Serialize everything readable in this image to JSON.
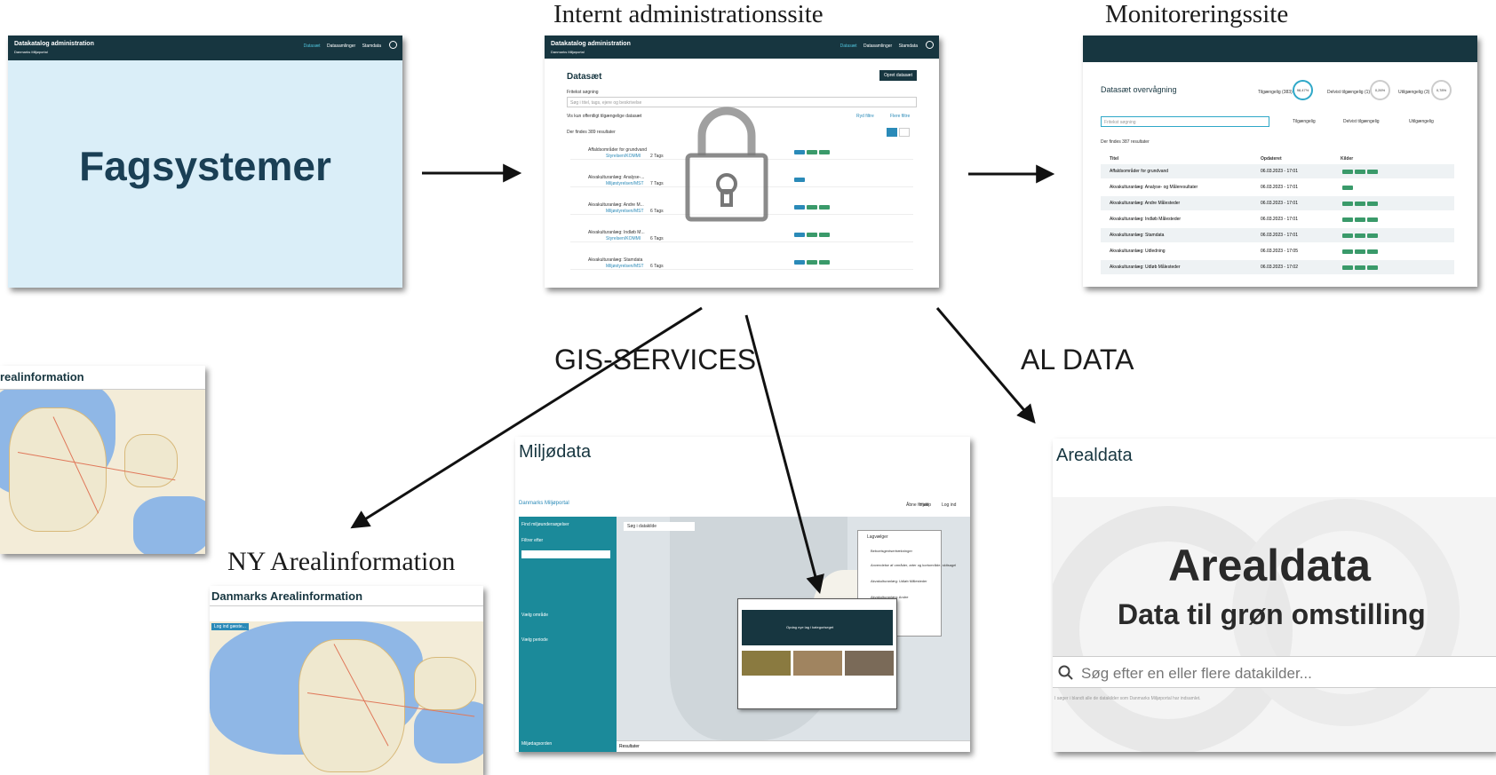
{
  "labels": {
    "intern": "Internt administrationssite",
    "monitor": "Monitoreringssite",
    "gis": "GIS-SERVICES",
    "al": "AL DATA",
    "ny_areal": "NY Arealinformation"
  },
  "fagsystem": {
    "nav_title": "Datakatalog administration",
    "nav_sub": "Danmarks Miljøportal",
    "links": [
      "Datasæt",
      "Datasamlinger",
      "Stamdata"
    ],
    "heading": "Fagsystemer"
  },
  "admin": {
    "nav_title": "Datakatalog administration",
    "nav_sub": "Danmarks Miljøportal",
    "links": [
      "Datasæt",
      "Datasamlinger",
      "Stamdata"
    ],
    "page_title": "Datasæt",
    "create_button": "Opret datasæt",
    "search_label": "Fritekst søgning",
    "search_placeholder": "Søg i titel, tags, ejere og beskrivelse",
    "checkbox_label": "Vis kun offentligt tilgængelige datasæt",
    "clear_filters": "Ryd filtre",
    "more_filters": "Flere filtre",
    "results": "Der findes 389 resultater",
    "items": [
      {
        "title": "Affaldsområder for grundvand",
        "owner": "Styrelsen/KOMMI",
        "tags": "2 Tags"
      },
      {
        "title": "Akvakulturanlæg: Analyse-...",
        "owner": "Miljøstyrelsen/MST",
        "tags": "7 Tags"
      },
      {
        "title": "Akvakulturanlæg: Andre M...",
        "owner": "Miljøstyrelsen/MST",
        "tags": "6 Tags"
      },
      {
        "title": "Akvakulturanlæg: Indløb M...",
        "owner": "Styrelsen/KOMMI",
        "tags": "6 Tags"
      },
      {
        "title": "Akvakulturanlæg: Stamdata",
        "owner": "Miljøstyrelsen/MST",
        "tags": "6 Tags"
      }
    ]
  },
  "monitor": {
    "title": "Datasæt overvågning",
    "stats": [
      {
        "label": "Tilgængelig (383)",
        "value": "98,47%"
      },
      {
        "label": "Delvist tilgængelig (1)",
        "value": "0,26%"
      },
      {
        "label": "Utilgængelig (3)",
        "value": "0,78%"
      }
    ],
    "search_placeholder": "Fritekst søgning",
    "toggles": [
      "Tilgængelig",
      "Delvist tilgængelig",
      "Utilgængelig"
    ],
    "results": "Der findes 387 resultater",
    "columns": [
      "Titel",
      "Opdateret",
      "Kilder"
    ],
    "rows": [
      {
        "title": "Affaldsområder for grundvand",
        "updated": "06.03.2023 - 17:01"
      },
      {
        "title": "Akvakulturanlæg: Analyse- og Måleresultater",
        "updated": "06.03.2023 - 17:01"
      },
      {
        "title": "Akvakulturanlæg: Andre Målesteder",
        "updated": "06.03.2023 - 17:01"
      },
      {
        "title": "Akvakulturanlæg: Indløb Målesteder",
        "updated": "06.03.2023 - 17:01"
      },
      {
        "title": "Akvakulturanlæg: Stamdata",
        "updated": "06.03.2023 - 17:01"
      },
      {
        "title": "Akvakulturanlæg: Udledning",
        "updated": "06.03.2023 - 17:05"
      },
      {
        "title": "Akvakulturanlæg: Udløb Målesteder",
        "updated": "06.03.2023 - 17:02"
      }
    ]
  },
  "old_areal": {
    "title": "realinformation"
  },
  "new_areal": {
    "title": "Danmarks Arealinformation",
    "badge": "Log ind gæste..."
  },
  "miljodata": {
    "title": "Miljødata",
    "site": "Danmarks Miljøportal",
    "sidebar": [
      "Find miljøundersøgelser",
      "Filtrer efter",
      "Vælg område",
      "Vælg periode"
    ],
    "search_placeholder": "Søg i datakilde",
    "nav": [
      "Åbne fonde",
      "Hjælp",
      "Log ind"
    ],
    "panel_title": "Lagvælger",
    "panel_items": [
      "Beboelsgentsertrækninger",
      "Anvendelse af områder, arter og kortområde, skitsagel",
      "Akvakulturanlæg: Udløb Målesteder",
      "Akvakulturanlæg: Andre"
    ],
    "popup_header": "Opdag nye lag i kategoriseget",
    "status": "Resultater",
    "footer_label": "Miljødagsorden"
  },
  "arealdata": {
    "header": "Arealdata",
    "hero": "Arealdata",
    "subtitle": "Data til grøn omstilling",
    "search_placeholder": "Søg efter en eller flere datakilder...",
    "hint": "I søger i blandt alle de datakilder som Danmarks Miljøportal har indsamlet."
  }
}
